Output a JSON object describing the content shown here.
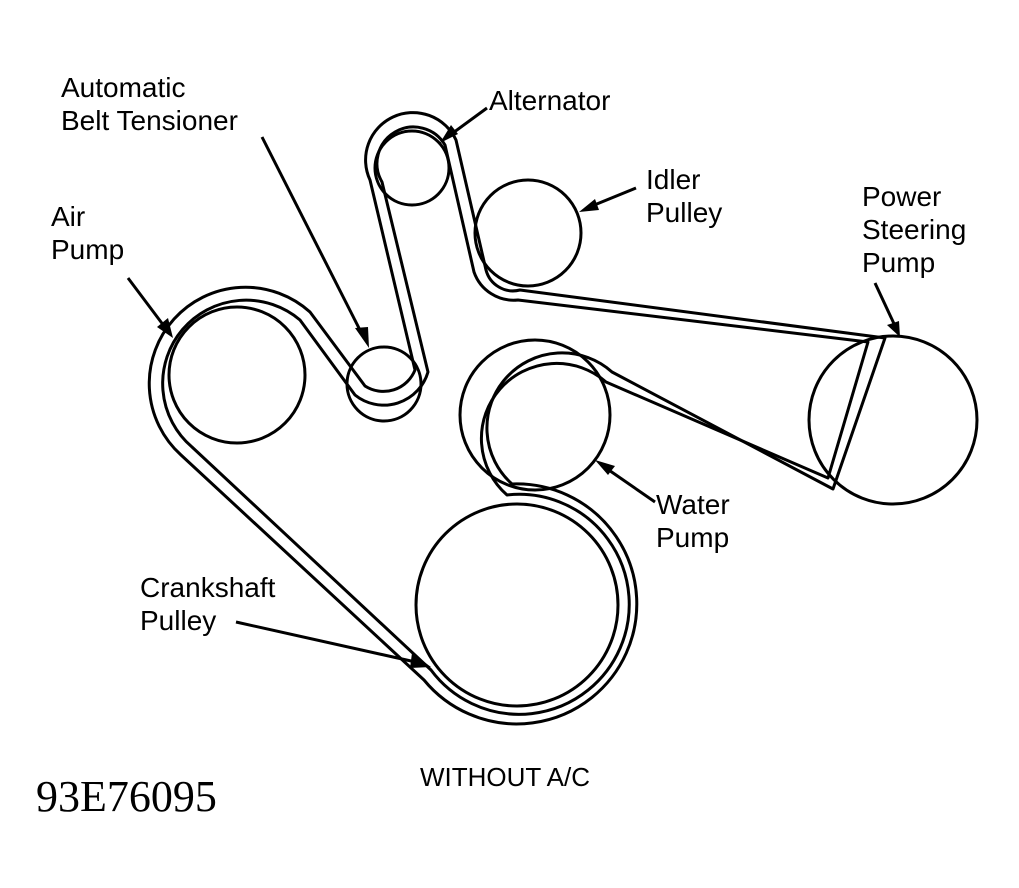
{
  "labels": {
    "automatic_belt_tensioner": [
      "Automatic",
      "Belt Tensioner"
    ],
    "alternator": [
      "Alternator"
    ],
    "idler_pulley": [
      "Idler",
      "Pulley"
    ],
    "air_pump": [
      "Air",
      "Pump"
    ],
    "power_steering_pump": [
      "Power",
      "Steering",
      "Pump"
    ],
    "water_pump": [
      "Water",
      "Pump"
    ],
    "crankshaft_pulley": [
      "Crankshaft",
      "Pulley"
    ]
  },
  "caption": "WITHOUT A/C",
  "figure_code": "93E76095",
  "colors": {
    "ink": "#000000",
    "paper": "#ffffff"
  }
}
